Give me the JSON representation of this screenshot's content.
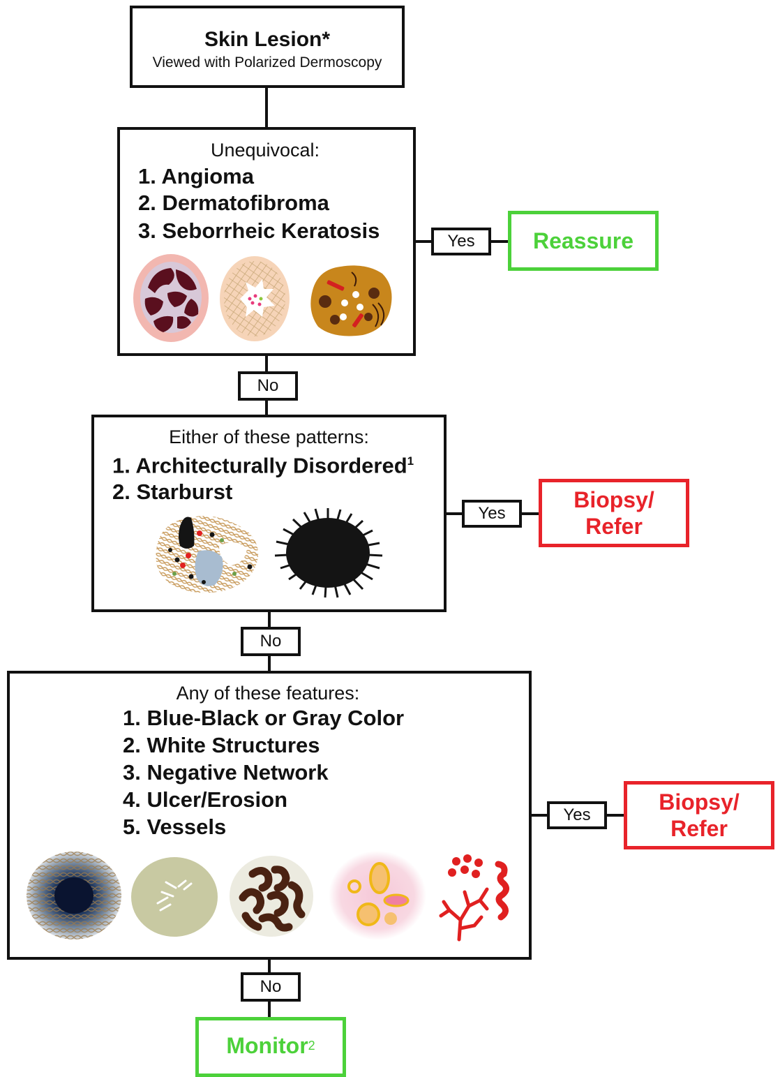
{
  "start": {
    "title": "Skin Lesion*",
    "subtitle": "Viewed with Polarized Dermoscopy"
  },
  "step1": {
    "heading": "Unequivocal:",
    "items": [
      "1. Angioma",
      "2. Dermatofibroma",
      "3.  Seborrheic Keratosis"
    ],
    "yes": "Yes",
    "no": "No",
    "outcome": "Reassure"
  },
  "step2": {
    "heading": "Either of these patterns:",
    "items": [
      "1. Architecturally  Disordered",
      "2. Starburst"
    ],
    "item1_sup": "1",
    "yes": "Yes",
    "no": "No",
    "outcome_line1": "Biopsy/",
    "outcome_line2": "Refer"
  },
  "step3": {
    "heading": "Any of these features:",
    "items": [
      "1. Blue-Black or Gray Color",
      "2. White  Structures",
      "3. Negative Network",
      "4. Ulcer/Erosion",
      "5. Vessels"
    ],
    "yes": "Yes",
    "no": "No",
    "outcome_line1": "Biopsy/",
    "outcome_line2": "Refer"
  },
  "final": {
    "label": "Monitor",
    "sup": "2"
  },
  "colors": {
    "border": "#111111",
    "green": "#4cd13a",
    "red": "#e8232a"
  }
}
